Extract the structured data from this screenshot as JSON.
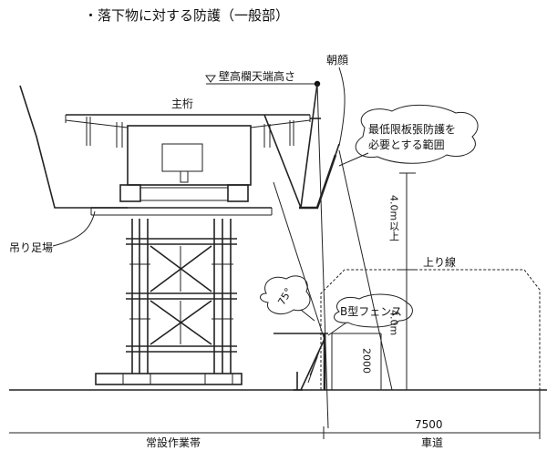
{
  "title": "・落下物に対する防護（一般部）",
  "labels": {
    "asagao": "朝顔",
    "wall_height": "壁高欄天端高さ",
    "main_girder": "主桁",
    "protection_range_line1": "最低限板張防護を",
    "protection_range_line2": "必要とする範囲",
    "hanging_scaffold": "吊り足場",
    "up_line": "上り線",
    "fence": "B型フェンス",
    "angle": "75°",
    "dim_4m_upper": "4.0m以上",
    "dim_4m": "4.0m",
    "dim_2000": "2000",
    "dim_7500": "7500",
    "work_zone": "常設作業帯",
    "roadway": "車道"
  },
  "colors": {
    "line": "#222222",
    "fence_line": "#111111"
  }
}
